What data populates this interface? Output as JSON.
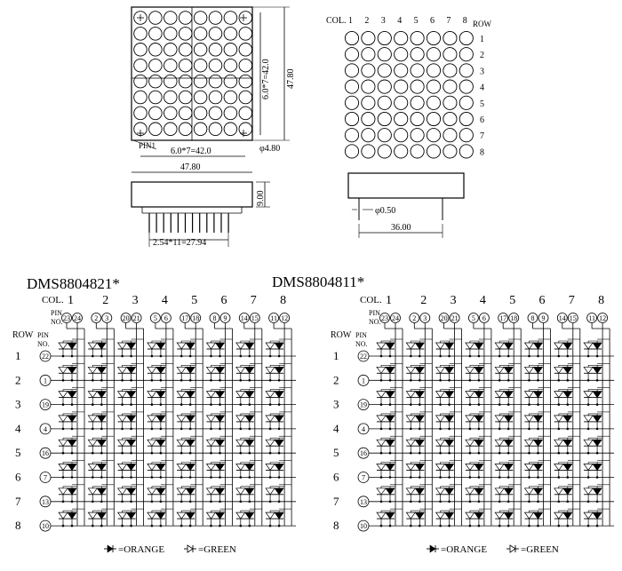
{
  "top_drawing": {
    "front_dim_height": "6.0*7=42.0",
    "side_height": "47.80",
    "dot_diameter": "φ4.80",
    "bottom_pitch": "6.0*7=42.0",
    "bottom_width": "47.80",
    "pin_label": "PIN1",
    "side_depth": "9.00",
    "pin_pitch": "2.54*11=27.94",
    "col_label": "COL.",
    "row_label": "ROW",
    "col_numbers": [
      "1",
      "2",
      "3",
      "4",
      "5",
      "6",
      "7",
      "8"
    ],
    "row_numbers": [
      "1",
      "2",
      "3",
      "4",
      "5",
      "6",
      "7",
      "8"
    ],
    "pin_diameter": "φ0.50",
    "pin_span": "36.00"
  },
  "schematics": [
    {
      "title": "DMS8804821*",
      "col_label": "COL.",
      "pin_label": "PIN",
      "no_label": "NO.",
      "row_label": "ROW",
      "row_pin_label": "PIN",
      "row_no_label": "NO.",
      "columns": [
        "1",
        "2",
        "3",
        "4",
        "5",
        "6",
        "7",
        "8"
      ],
      "col_pins": [
        [
          "23",
          "24"
        ],
        [
          "2",
          "3"
        ],
        [
          "20",
          "21"
        ],
        [
          "5",
          "6"
        ],
        [
          "17",
          "18"
        ],
        [
          "8",
          "9"
        ],
        [
          "14",
          "15"
        ],
        [
          "11",
          "12"
        ]
      ],
      "rows": [
        "1",
        "2",
        "3",
        "4",
        "5",
        "6",
        "7",
        "8"
      ],
      "row_pins": [
        "22",
        "1",
        "19",
        "4",
        "16",
        "7",
        "13",
        "10"
      ]
    },
    {
      "title": "DMS8804811*",
      "col_label": "COL.",
      "pin_label": "PIN",
      "no_label": "NO.",
      "row_label": "ROW",
      "row_pin_label": "PIN",
      "row_no_label": "NO.",
      "columns": [
        "1",
        "2",
        "3",
        "4",
        "5",
        "6",
        "7",
        "8"
      ],
      "col_pins": [
        [
          "23",
          "24"
        ],
        [
          "2",
          "3"
        ],
        [
          "20",
          "21"
        ],
        [
          "5",
          "6"
        ],
        [
          "17",
          "18"
        ],
        [
          "8",
          "9"
        ],
        [
          "14",
          "15"
        ],
        [
          "11",
          "12"
        ]
      ],
      "rows": [
        "1",
        "2",
        "3",
        "4",
        "5",
        "6",
        "7",
        "8"
      ],
      "row_pins": [
        "22",
        "1",
        "19",
        "4",
        "16",
        "7",
        "13",
        "10"
      ]
    }
  ],
  "legend": [
    {
      "label": "=ORANGE",
      "color": "orange"
    },
    {
      "label": "=GREEN",
      "color": "green"
    }
  ],
  "legend_2": [
    {
      "label": "=ORANGE",
      "color": "orange"
    },
    {
      "label": "=GREEN",
      "color": "green"
    }
  ]
}
